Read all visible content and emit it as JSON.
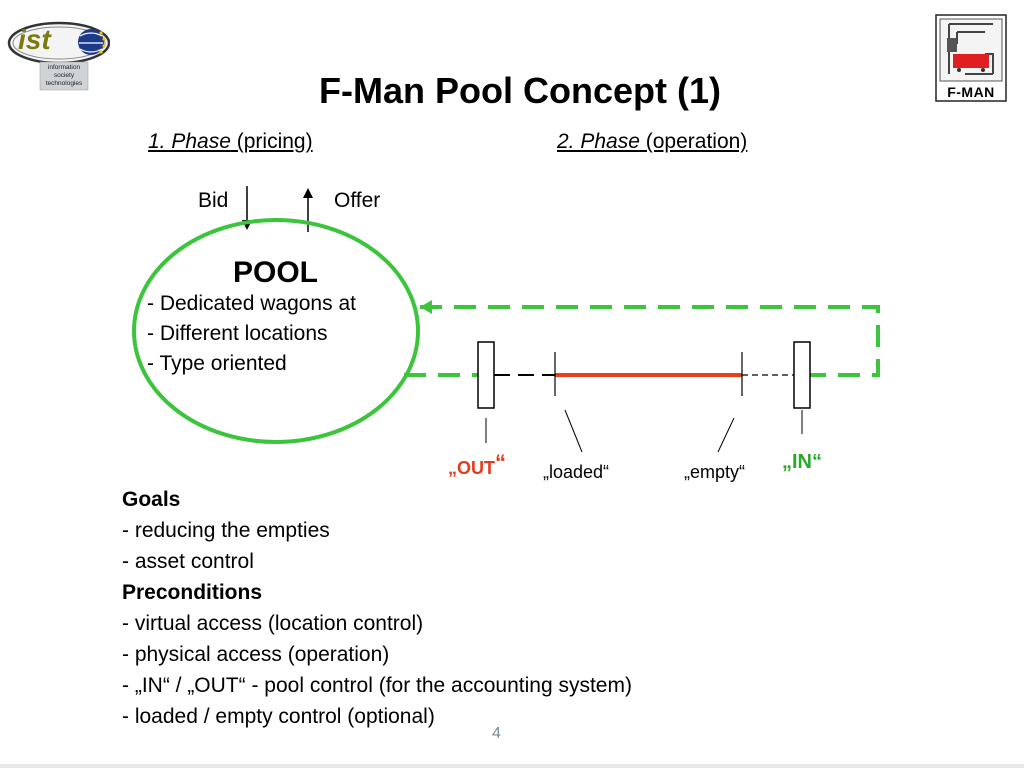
{
  "logo_left": {
    "brand_text": "ist",
    "caption_lines": [
      "information",
      "society",
      "technologies"
    ]
  },
  "logo_right": {
    "brand_text": "F-MAN"
  },
  "title": "F-Man Pool Concept (1)",
  "phases": {
    "phase1": {
      "italic": "1. Phase",
      "rest": " (pricing)"
    },
    "phase2": {
      "italic": "2. Phase",
      "rest": " (operation)"
    }
  },
  "arrows": {
    "bid": "Bid",
    "offer": "Offer"
  },
  "pool": {
    "title": "POOL",
    "items": [
      "- Dedicated wagons at",
      "- Different locations",
      "- Type oriented"
    ]
  },
  "states": {
    "out": "„OUT",
    "out_close": "“",
    "loaded": "„loaded“",
    "empty": "„empty“",
    "in": "„IN“"
  },
  "goals": {
    "heading": "Goals",
    "items": [
      "- reducing the empties",
      "- asset control"
    ]
  },
  "preconditions": {
    "heading": "Preconditions",
    "items": [
      "- virtual access (location control)",
      "- physical access (operation)",
      "- „IN“ / „OUT“  - pool control (for the accounting system)",
      "- loaded / empty control (optional)"
    ]
  },
  "page_number": "4",
  "colors": {
    "pool_green": "#3cc43c",
    "loaded_red": "#e8401c",
    "out_red": "#e63a1a",
    "in_green": "#29a82a"
  }
}
